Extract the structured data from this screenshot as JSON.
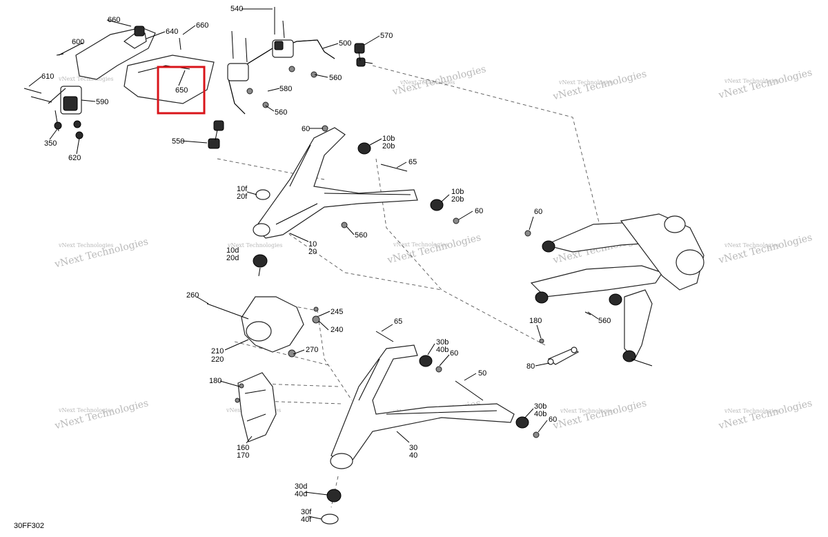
{
  "diagram": {
    "code": "30FF302",
    "watermark": "vNext Technologies",
    "highlighted_part": "650",
    "labels": {
      "l660a": "660",
      "l600": "600",
      "l640": "640",
      "l660b": "660",
      "l610": "610",
      "l590": "590",
      "l650": "650",
      "l350": "350",
      "l620": "620",
      "l540": "540",
      "l570": "570",
      "l500": "500",
      "l560a": "560",
      "l580": "580",
      "l560b": "560",
      "l550": "550",
      "l60a": "60",
      "l10b_20b_a": "10b",
      "l20b_a": "20b",
      "l65a": "65",
      "l10f": "10f",
      "l20f": "20f",
      "l10b_b": "10b",
      "l20b_b": "20b",
      "l60b": "60",
      "l560c": "560",
      "l10": "10",
      "l20": "20",
      "l10d": "10d",
      "l20d": "20d",
      "l60c": "60",
      "l560d": "560",
      "l180a": "180",
      "l80": "80",
      "l260": "260",
      "l245": "245",
      "l240": "240",
      "l210": "210",
      "l220": "220",
      "l270": "270",
      "l65b": "65",
      "l30b_a": "30b",
      "l40b_a": "40b",
      "l60d": "60",
      "l50": "50",
      "l180b": "180",
      "l160": "160",
      "l170": "170",
      "l30b_b": "30b",
      "l40b_b": "40b",
      "l60e": "60",
      "l30": "30",
      "l40": "40",
      "l30d": "30d",
      "l40d": "40d",
      "l30f": "30f",
      "l40f": "40f"
    }
  }
}
